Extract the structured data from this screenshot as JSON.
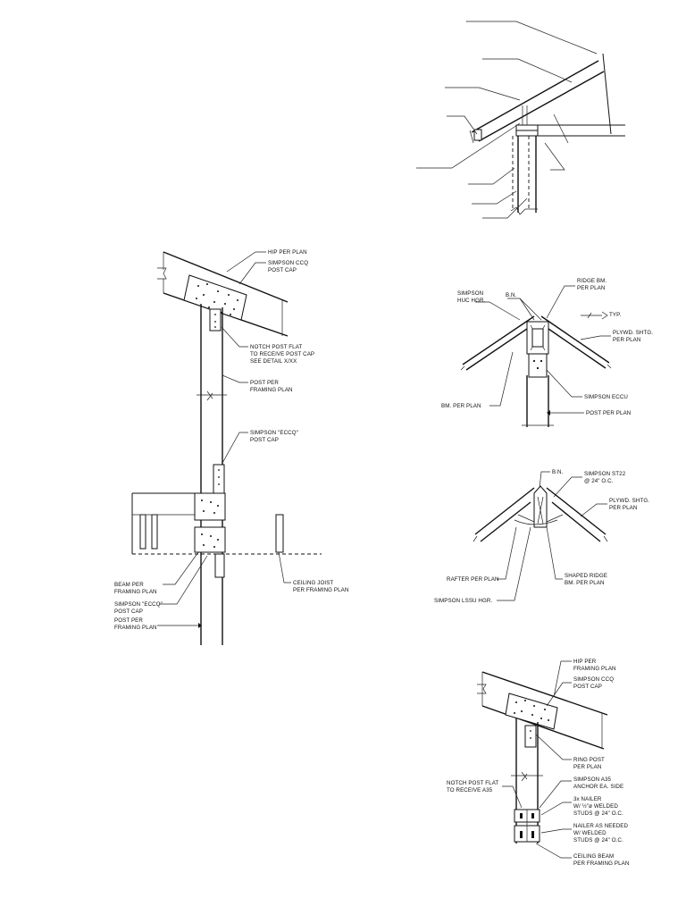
{
  "detail_hip_post": {
    "hip": "HIP PER PLAN",
    "cap_1": "SIMPSON CCQ",
    "cap_2": "POST CAP",
    "notch_1": "NOTCH POST FLAT",
    "notch_2": "TO RECEIVE POST CAP",
    "notch_3": "SEE DETAIL X/XX",
    "post_1": "POST PER",
    "post_2": "FRAMING PLAN",
    "ecc_1": "SIMPSON \"ECCQ\"",
    "ecc_2": "POST CAP",
    "beam_1": "BEAM PER",
    "beam_2": "FRAMING PLAN",
    "ecc2_1": "SIMPSON \"ECCQ\"",
    "ecc2_2": "POST CAP",
    "post2_1": "POST PER",
    "post2_2": "FRAMING PLAN",
    "joist_1": "CEILING JOIST",
    "joist_2": "PER FRAMING PLAN"
  },
  "detail_ridge_beam": {
    "hgr_1": "SIMPSON",
    "hgr_2": "HUC HGR.",
    "bn": "B.N.",
    "ridge_1": "RIDGE BM.",
    "ridge_2": "PER PLAN",
    "typ": "TYP.",
    "plywd_1": "PLYWD. SHTG.",
    "plywd_2": "PER PLAN",
    "eccu": "SIMPSON ECCU",
    "bm": "BM. PER PLAN",
    "post": "POST PER PLAN"
  },
  "detail_shaped_ridge": {
    "bn": "B.N.",
    "st_1": "SIMPSON ST22",
    "st_2": "@ 24\" O.C.",
    "plywd_1": "PLYWD. SHTG.",
    "plywd_2": "PER PLAN",
    "rafter": "RAFTER PER PLAN",
    "shaped_1": "SHAPED RIDGE",
    "shaped_2": "BM. PER PLAN",
    "lssu": "SIMPSON LSSU HGR."
  },
  "detail_ring_post": {
    "hip_1": "HIP PER",
    "hip_2": "FRAMING PLAN",
    "cap_1": "SIMPSON CCQ",
    "cap_2": "POST CAP",
    "ring_1": "RING POST",
    "ring_2": "PER PLAN",
    "notch_1": "NOTCH POST FLAT",
    "notch_2": "TO RECEIVE A35",
    "a35_1": "SIMPSON A35",
    "a35_2": "ANCHOR EA. SIDE",
    "nailer_1": "3x NAILER",
    "nailer_2": "W/ ½\"ø WELDED",
    "nailer_3": "STUDS @ 24\" O.C.",
    "nailer2_1": "NAILER AS NEEDED",
    "nailer2_2": "W/ WELDED",
    "nailer2_3": "STUDS @ 24\" O.C.",
    "ceiling_1": "CEILING BEAM",
    "ceiling_2": "PER FRAMING PLAN"
  }
}
